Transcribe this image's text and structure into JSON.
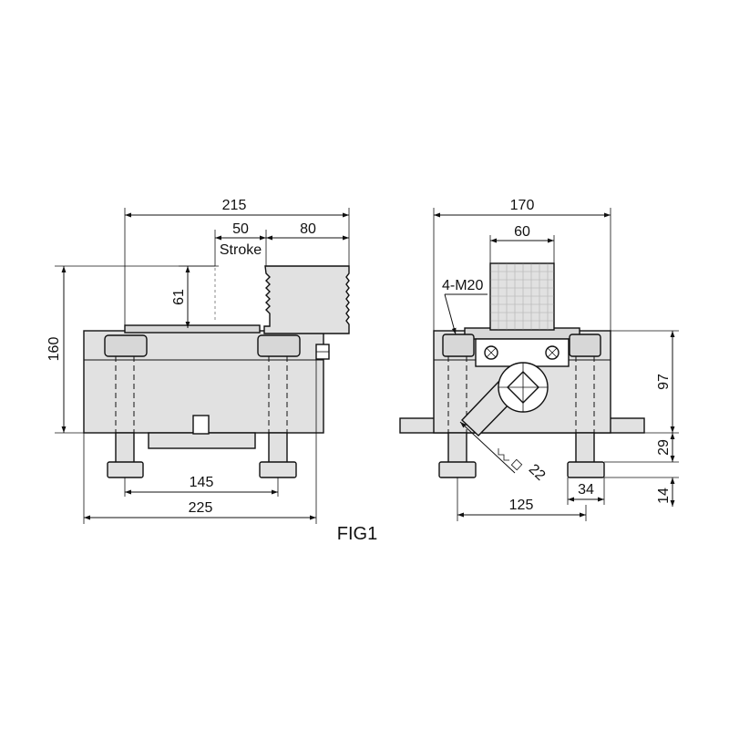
{
  "figure_label": "FIG1",
  "left_view": {
    "dim_overall_top": "215",
    "dim_stroke": "50",
    "stroke_label": "Stroke",
    "dim_jaw": "80",
    "dim_jaw_height": "61",
    "dim_height": "160",
    "dim_bolt_spacing": "145",
    "dim_base_width": "225"
  },
  "right_view": {
    "dim_overall_width": "170",
    "dim_jaw_width": "60",
    "thread_callout": "4-M20",
    "dim_body_height": "97",
    "dim_foot_height": "29",
    "dim_foot_width": "34",
    "dim_bolt_spacing": "125",
    "dim_foot_thickness": "14",
    "dim_square_drive": "22"
  }
}
